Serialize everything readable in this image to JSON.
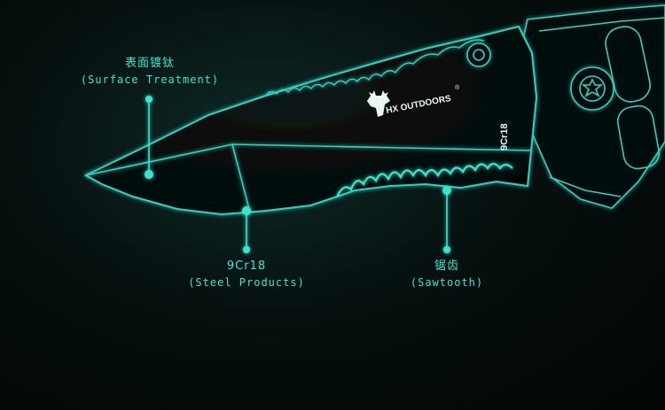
{
  "brand": {
    "text": "HX OUTDOORS",
    "mark": "®"
  },
  "steel_mark": "9Cr18",
  "callouts": {
    "surface": {
      "cn": "表面镀钛",
      "en": "(Surface Treatment)"
    },
    "steel": {
      "cn": "9Cr18",
      "en": "(Steel Products)"
    },
    "saw": {
      "cn": "锯齿",
      "en": "(Sawtooth)"
    }
  },
  "colors": {
    "glow": "#39e6cf",
    "outline": "#2fd2bf",
    "background": "#04100e"
  },
  "icons": {
    "logo": "deer-head-icon",
    "pivot": "star-screw-icon"
  }
}
